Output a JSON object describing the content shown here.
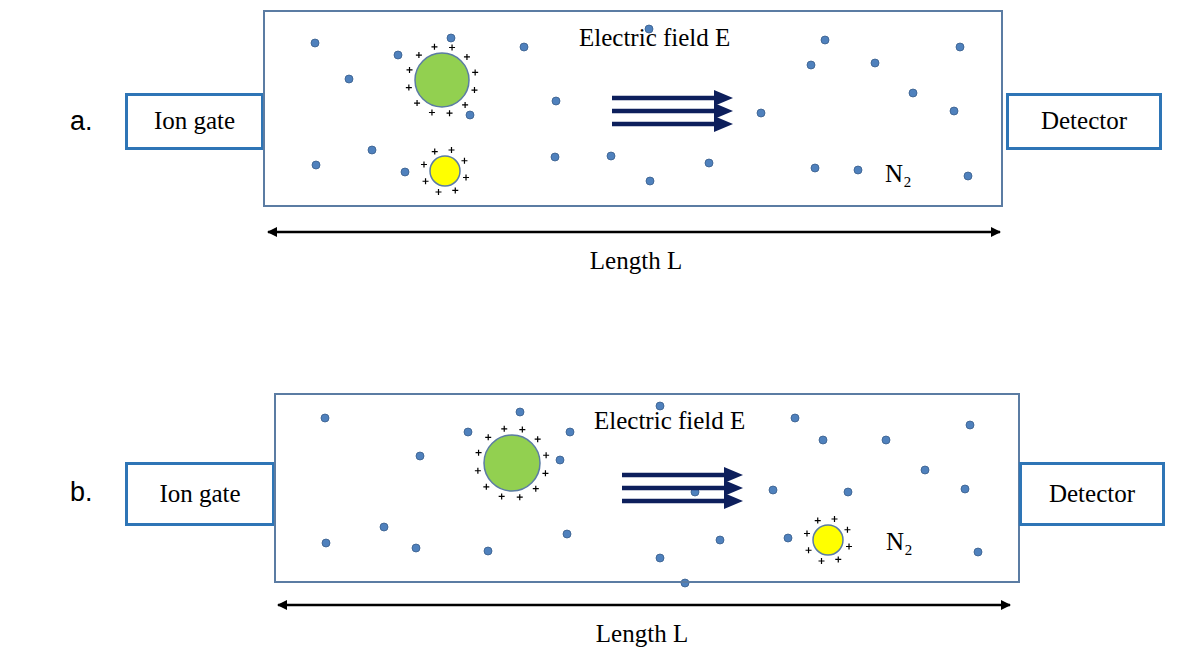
{
  "diagram": {
    "nodes": [
      {
        "text": [
          "Ion gate"
        ]
      },
      {
        "text": [
          "Electric field E",
          "N₂"
        ]
      },
      {
        "text": [
          "Detector"
        ]
      },
      {
        "text": [
          "Ion gate"
        ]
      },
      {
        "text": [
          "Electric field E",
          "N₂"
        ]
      },
      {
        "text": [
          "Detector"
        ]
      }
    ],
    "labels": [
      "a.",
      "Length L",
      "b.",
      "Length L"
    ]
  }
}
